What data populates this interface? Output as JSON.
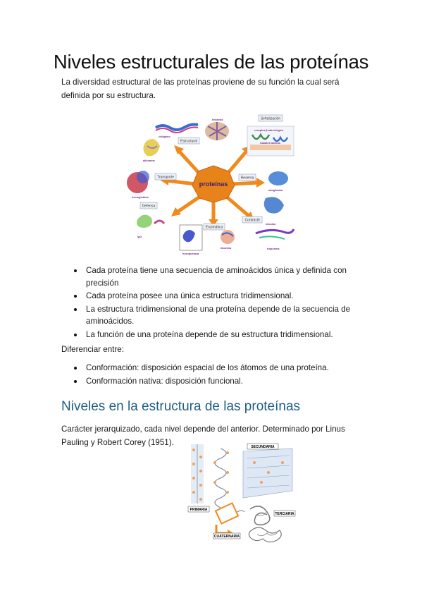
{
  "title": "Niveles estructurales de las proteínas",
  "intro": {
    "line1": "La diversidad estructural de las proteínas proviene de su función la cual será",
    "line2": "definida por su estructura."
  },
  "figure1": {
    "center_label": "proteínas",
    "boxes": [
      "Estructural",
      "Transporte",
      "Defensa",
      "Enzimática",
      "Contráctil",
      "Reserva",
      "Señalización"
    ],
    "protein_names": [
      "colágeno",
      "histonas",
      "receptor β adrenérgico",
      "Canales iónicos",
      "albúmina",
      "hemoglobina",
      "IgG",
      "hexoquinasa",
      "lisozima",
      "miosina",
      "troponina",
      "mioglobina"
    ]
  },
  "bullets1": [
    [
      "Cada proteína tiene una secuencia de aminoácidos única y definida con",
      "precisión"
    ],
    [
      "Cada proteína posee una única estructura tridimensional."
    ],
    [
      "La estructura tridimensional de una proteína depende de la secuencia de",
      "aminoácidos."
    ],
    [
      "La función de una proteína depende de su estructura tridimensional."
    ]
  ],
  "differentiate": "Diferenciar entre:",
  "bullets2": [
    [
      "Conformación: disposición espacial de los átomos de una proteína."
    ],
    [
      "Conformación nativa: disposición funcional."
    ]
  ],
  "section2": {
    "heading": "Niveles en la estructura de las proteínas",
    "line1": "Carácter jerarquizado, cada nivel depende del anterior. Determinado por Linus",
    "line2": "Pauling y Robert Corey (1951)."
  },
  "figure2": {
    "labels": [
      "SECUNDARIA",
      "PRIMARIA",
      "TERCIARIA",
      "CUATERNARIA"
    ]
  }
}
